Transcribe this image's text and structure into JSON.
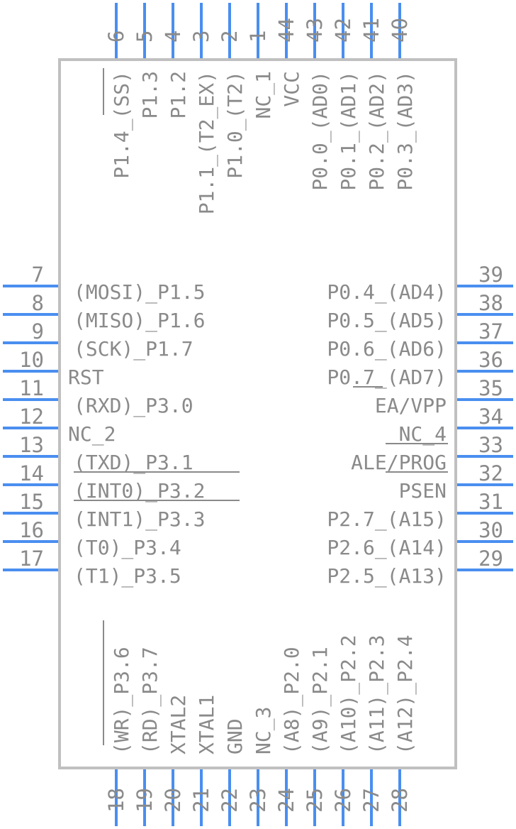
{
  "top_pins": [
    {
      "num": "6",
      "label": "P1.4_(SS)"
    },
    {
      "num": "5",
      "label": "P1.3"
    },
    {
      "num": "4",
      "label": "P1.2"
    },
    {
      "num": "3",
      "label": "P1.1_(T2_EX)"
    },
    {
      "num": "2",
      "label": "P1.0_(T2)"
    },
    {
      "num": "1",
      "label": "NC_1"
    },
    {
      "num": "44",
      "label": "VCC"
    },
    {
      "num": "43",
      "label": "P0.0_(AD0)"
    },
    {
      "num": "42",
      "label": "P0.1_(AD1)"
    },
    {
      "num": "41",
      "label": "P0.2_(AD2)"
    },
    {
      "num": "40",
      "label": "P0.3_(AD3)"
    }
  ],
  "left_pins": [
    {
      "num": "7",
      "label": "(MOSI)_P1.5"
    },
    {
      "num": "8",
      "label": "(MISO)_P1.6"
    },
    {
      "num": "9",
      "label": "(SCK)_P1.7"
    },
    {
      "num": "10",
      "label": "RST"
    },
    {
      "num": "11",
      "label": "(RXD)_P3.0"
    },
    {
      "num": "12",
      "label": "NC_2"
    },
    {
      "num": "13",
      "label": "(TXD)_P3.1"
    },
    {
      "num": "14",
      "label": "(INT0)_P3.2"
    },
    {
      "num": "15",
      "label": "(INT1)_P3.3"
    },
    {
      "num": "16",
      "label": "(T0)_P3.4"
    },
    {
      "num": "17",
      "label": "(T1)_P3.5"
    }
  ],
  "right_pins": [
    {
      "num": "39",
      "label": "P0.4_(AD4)"
    },
    {
      "num": "38",
      "label": "P0.5_(AD5)"
    },
    {
      "num": "37",
      "label": "P0.6_(AD6)"
    },
    {
      "num": "36",
      "label": "P0.7_(AD7)"
    },
    {
      "num": "35",
      "label": "EA/VPP"
    },
    {
      "num": "34",
      "label": "NC_4"
    },
    {
      "num": "33",
      "label": "ALE/PROG"
    },
    {
      "num": "32",
      "label": "PSEN"
    },
    {
      "num": "31",
      "label": "P2.7_(A15)"
    },
    {
      "num": "30",
      "label": "P2.6_(A14)"
    },
    {
      "num": "29",
      "label": "P2.5_(A13)"
    }
  ],
  "bottom_pins": [
    {
      "num": "18",
      "label": "(WR)_P3.6"
    },
    {
      "num": "19",
      "label": "(RD)_P3.7"
    },
    {
      "num": "20",
      "label": "XTAL2"
    },
    {
      "num": "21",
      "label": "XTAL1"
    },
    {
      "num": "22",
      "label": "GND"
    },
    {
      "num": "23",
      "label": "NC_3"
    },
    {
      "num": "24",
      "label": "(A8)_P2.0"
    },
    {
      "num": "25",
      "label": "(A9)_P2.1"
    },
    {
      "num": "26",
      "label": "(A10)_P2.2"
    },
    {
      "num": "27",
      "label": "(A11)_P2.3"
    },
    {
      "num": "28",
      "label": "(A12)_P2.4"
    }
  ],
  "colors": {
    "pin": "#4a8ef0",
    "outline": "#c0c0c0",
    "text": "#8a8a8a"
  }
}
